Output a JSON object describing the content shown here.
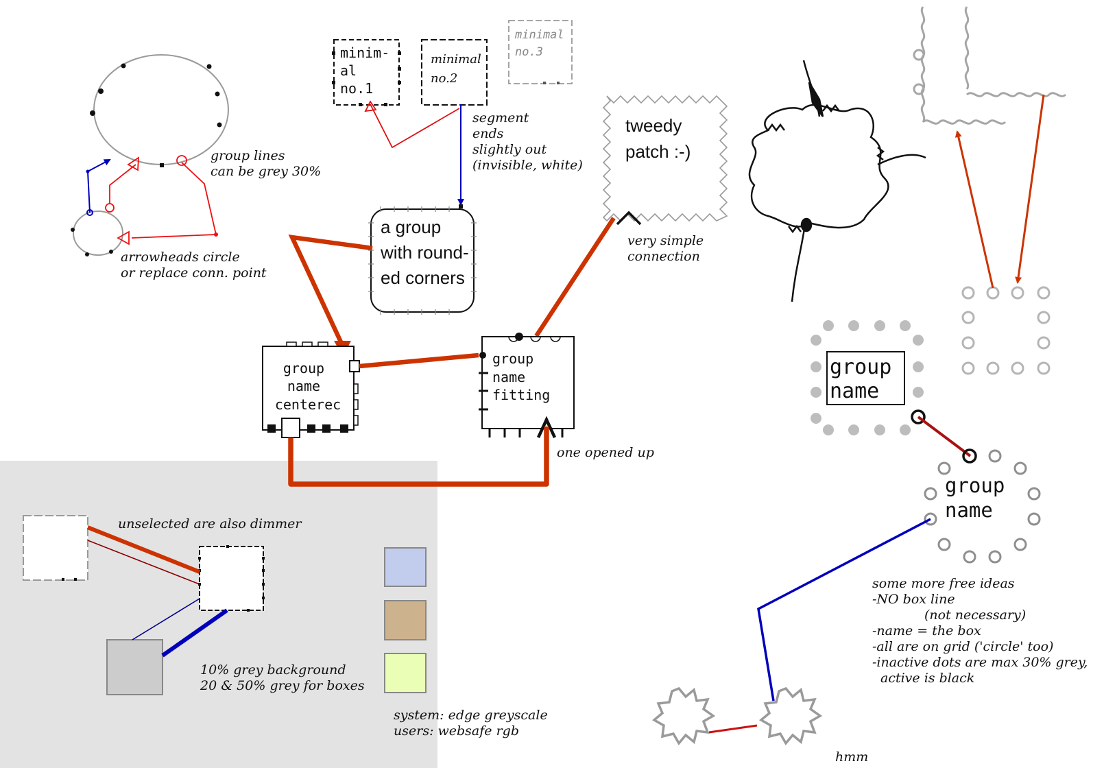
{
  "boxes": {
    "minimal1": [
      "minim-",
      "al",
      "no.1"
    ],
    "minimal2": [
      "minimal",
      "no.2"
    ],
    "minimal3": [
      "minimal",
      "no.3"
    ],
    "tweedy": [
      "tweedy",
      "patch :-)"
    ],
    "rounded": [
      "a group",
      "with round-",
      "ed corners"
    ],
    "centered": [
      "group",
      "name",
      "centerec"
    ],
    "fitting": [
      "group",
      "name",
      "fitting"
    ],
    "greyname": [
      "group",
      "name"
    ],
    "circlename": [
      "group",
      "name"
    ]
  },
  "notes": {
    "group_lines": [
      "group lines",
      "can be grey 30%"
    ],
    "arrowheads": [
      "arrowheads circle",
      "or replace conn. point"
    ],
    "segment": [
      "segment",
      "ends",
      "slightly out",
      "(invisible, white)"
    ],
    "simple_conn": [
      "very simple",
      "connection"
    ],
    "opened": "one opened up",
    "unselected": "unselected are also dimmer",
    "grey_bg": [
      "10% grey background",
      "20 & 50% grey for boxes"
    ],
    "system": [
      "system: edge greyscale",
      "users: websafe rgb"
    ],
    "free_ideas": [
      "some more free ideas",
      "-NO box line",
      "(not necessary)",
      "-name = the box",
      "-all are on grid ('circle' too)",
      "-inactive dots are max 30% grey,",
      "active is black"
    ],
    "hmm": "hmm"
  },
  "colors": {
    "background_panel": "#e3e3e3",
    "connection_red": "#cc3300",
    "connection_blue": "#0000bb",
    "dark_red": "#aa1111",
    "swatch_blue": "#c2cdee",
    "swatch_tan": "#cdb28e",
    "swatch_lime": "#eaffb5",
    "box_grey": "#cccccc"
  }
}
